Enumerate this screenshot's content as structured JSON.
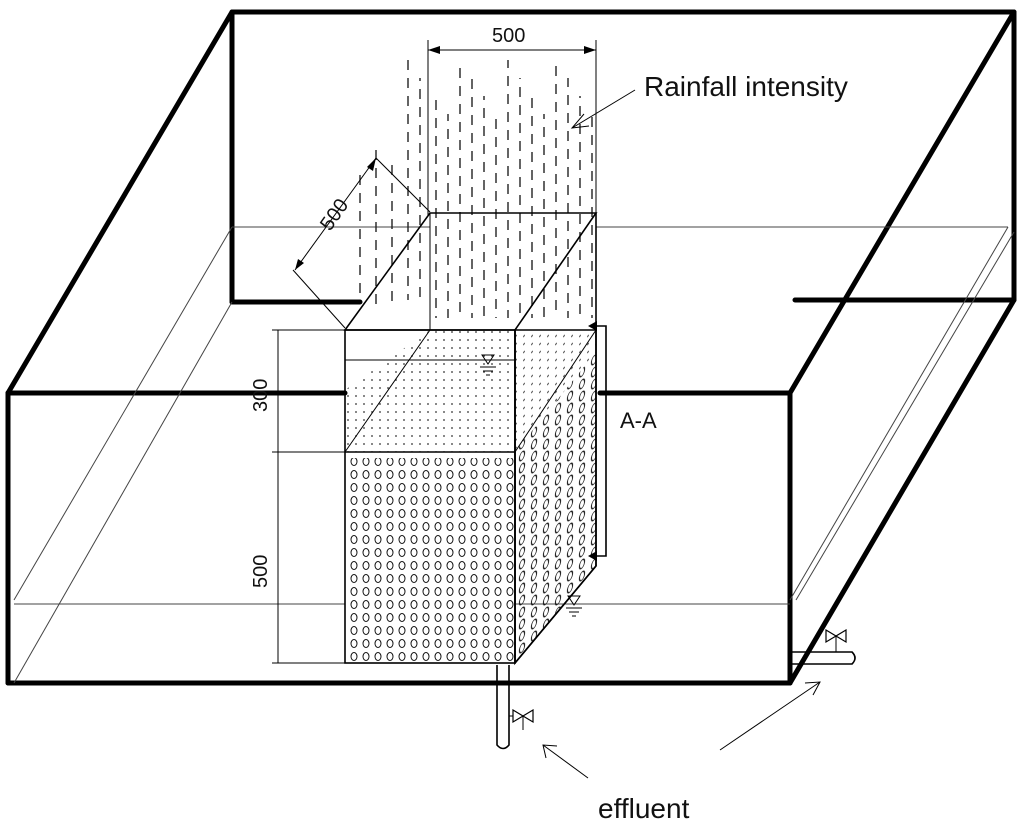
{
  "labels": {
    "rainfall": "Rainfall  intensity",
    "effluent": "effluent",
    "section": "A-A"
  },
  "dimensions": {
    "top_width": "500",
    "side_depth": "500",
    "upper_height": "300",
    "lower_height": "500"
  }
}
